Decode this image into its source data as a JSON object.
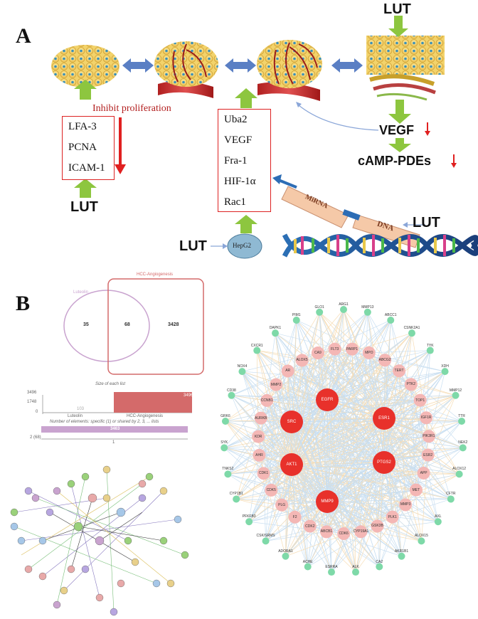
{
  "panel_a": {
    "label": "A",
    "lut_labels": [
      "LUT",
      "LUT",
      "LUT",
      "LUT"
    ],
    "inhibit_text": "Inhibit proliferation",
    "left_box_items": [
      "LFA-3",
      "PCNA",
      "ICAM-1"
    ],
    "middle_box_items": [
      "Uba2",
      "VEGF",
      "Fra-1",
      "HIF-1α",
      "Rac1"
    ],
    "vegf": "VEGF",
    "camp": "cAMP-PDEs",
    "hepg2": "HepG2",
    "mirna": "MiRNA",
    "dna": "DNA"
  },
  "panel_b": {
    "label": "B",
    "venn": {
      "set_a": "Luteolin",
      "set_b": "HCC-Angiogenesis",
      "only_a": "35",
      "both": "68",
      "only_b": "3428"
    },
    "bar": {
      "title": "Size of each list",
      "yticks": [
        "3496",
        "1748",
        "0"
      ],
      "value_label": "3496",
      "small_value": "103",
      "categories": [
        "Luteolin",
        "HCC-Angiogenesis"
      ],
      "sub_title": "Number of elements: specific (1) or shared by 2, 3, ... lists",
      "total": "3463",
      "axis_left": "2 (68)",
      "axis_mid": "1"
    },
    "network_nodes": {
      "core": [
        "EGFR",
        "ESR1",
        "SRC",
        "PTGS2",
        "AKT1",
        "MMP9"
      ],
      "inner": [
        "PARP1",
        "MPO",
        "ABCG2",
        "TERT",
        "PTK2",
        "TOP1",
        "IGF1R",
        "PIK3R1",
        "ESR2",
        "APP",
        "MET",
        "MMP3",
        "PLK1",
        "GSK3B",
        "CYP19A1",
        "CDK6",
        "ABCB1",
        "CDK2",
        "F2",
        "PLG",
        "CDK5",
        "CDK1",
        "AHR",
        "KDR",
        "AURKB",
        "CCNB1",
        "MMP2",
        "AR",
        "ALOX5",
        "CA9",
        "FLT3"
      ],
      "outer": [
        "ARG1",
        "MMP13",
        "ABCC1",
        "CSNK2A1",
        "TYK",
        "XDH",
        "MMP12",
        "TTR",
        "NEK2",
        "ALOX12",
        "CFTR",
        "AXL",
        "ALOX15",
        "AKR1B1",
        "CA2",
        "ALK",
        "ESRRA",
        "ACHE",
        "ADORA1",
        "CSK/SRMS",
        "PFKFB3",
        "CYP1B1",
        "TNKS2",
        "SYK",
        "GRK6",
        "CD38",
        "NOX4",
        "CXCR1",
        "DAPK1",
        "PIM1",
        "GLO1"
      ]
    }
  },
  "colors": {
    "arrow_green": "#8dc63f",
    "red": "#e02020",
    "blue_arrow": "#5a7fc4",
    "venn_purple": "#c9a3cf",
    "venn_red": "#d46a6a",
    "node_core": "#e8312b",
    "node_inner": "#f4b7b5",
    "node_outer": "#7ed9a8"
  }
}
